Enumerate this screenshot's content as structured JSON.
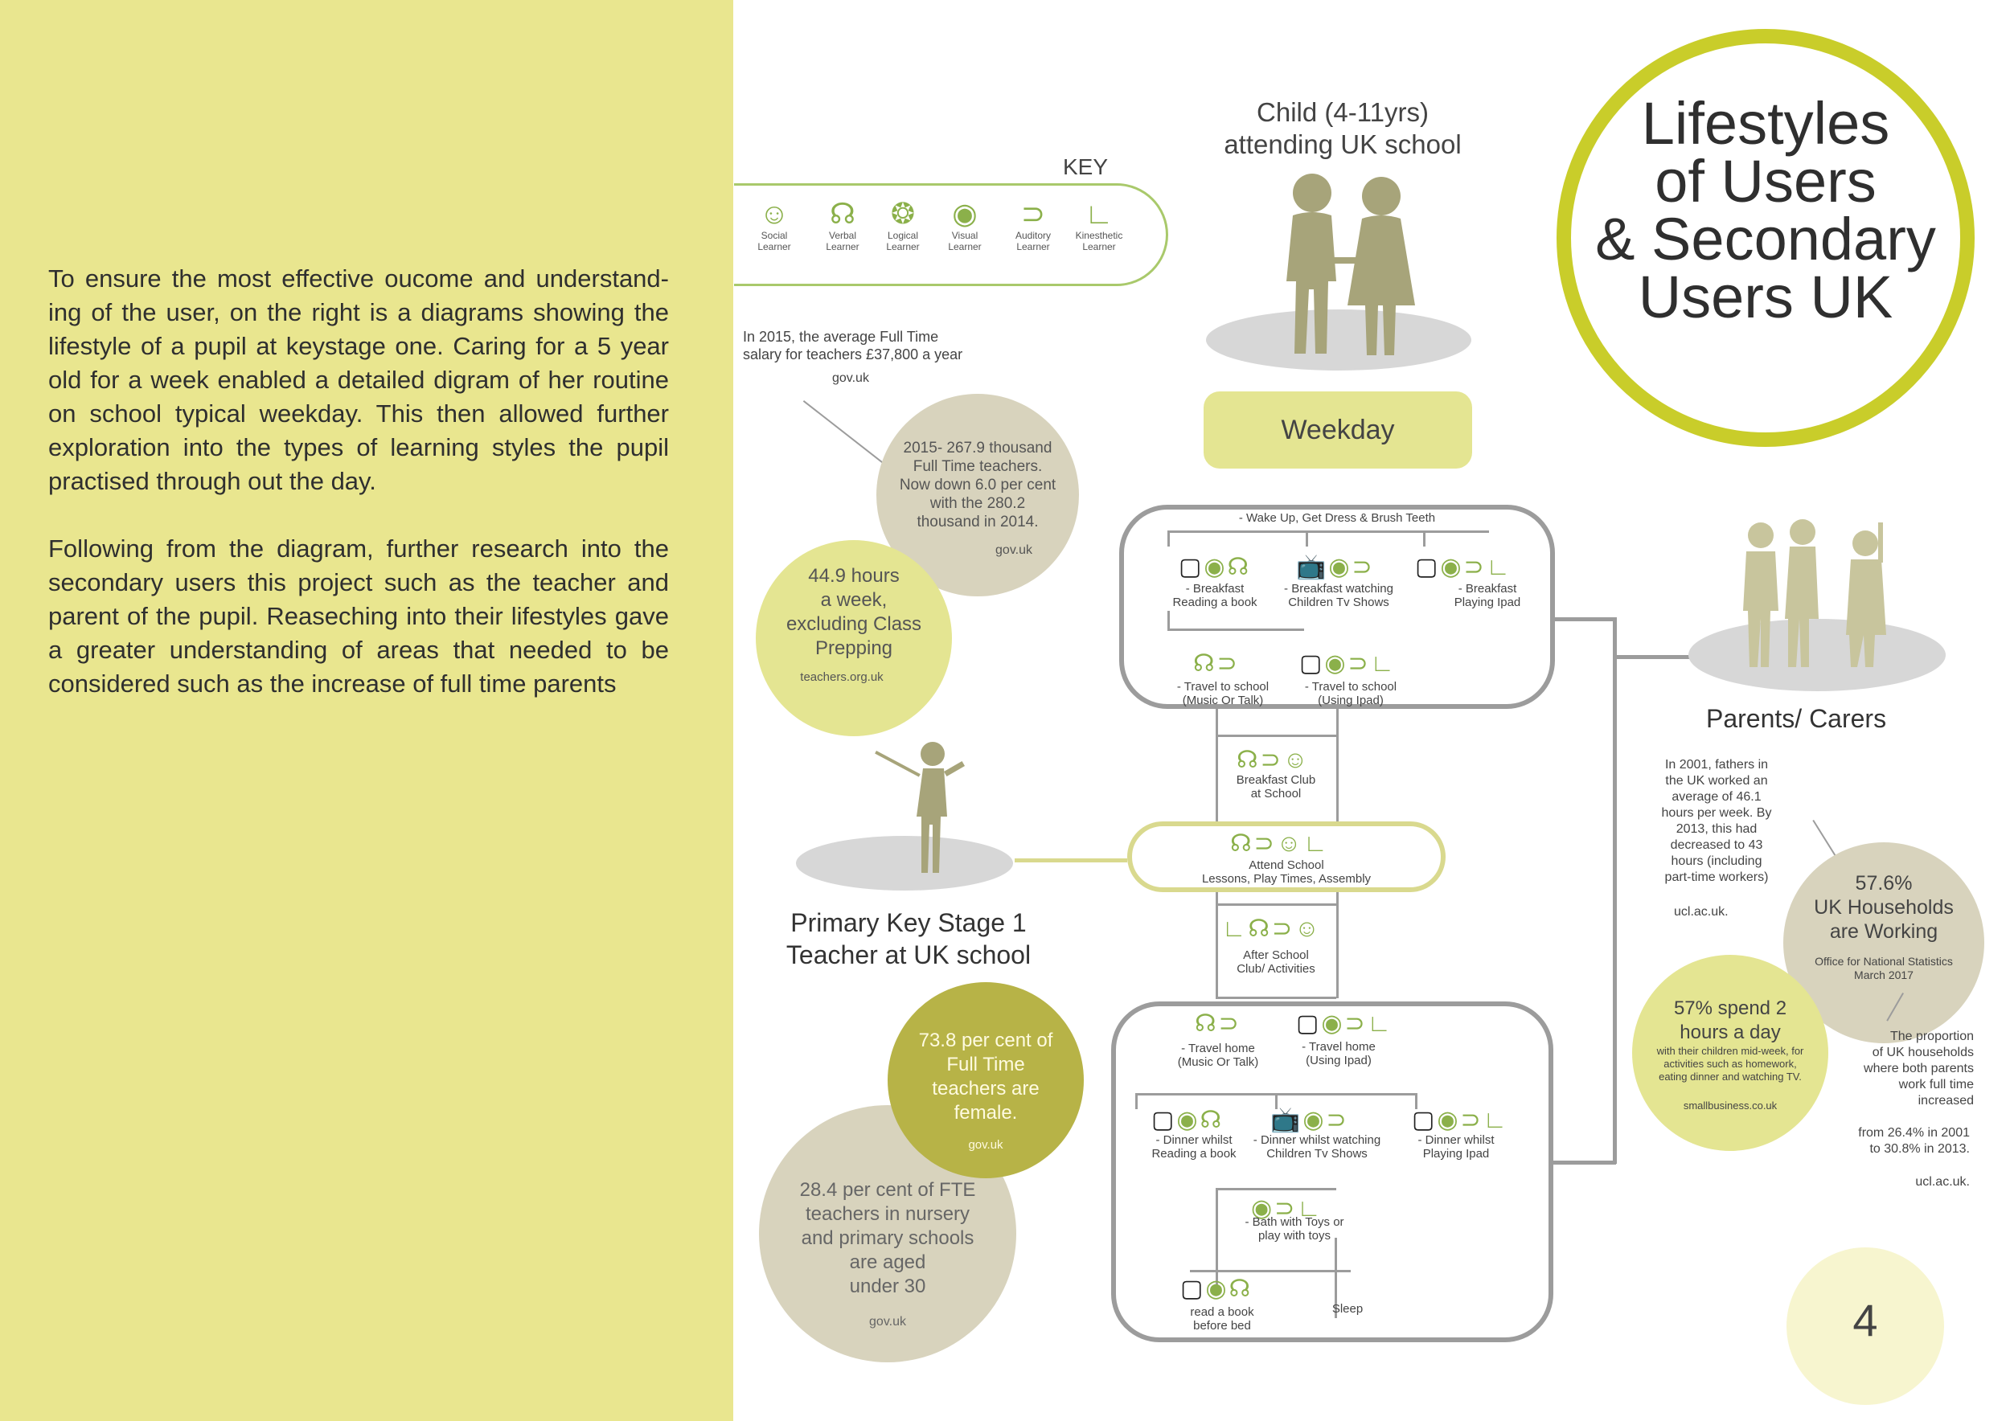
{
  "intro": {
    "paragraph1": "To ensure the most effective oucome and understand-ing of the user, on the right is a diagrams showing the lifestyle of a pupil at keystage one. Caring for a 5 year old for a week enabled a detailed digram of her routine on school typical weekday. This then allowed further exploration into the types of learning styles the pupil practised through out the day.",
    "paragraph2": "Following from the diagram, further research into the secondary users this project  such as the teacher and parent of the pupil. Reaseching into their lifestyles gave a greater understanding of areas that needed to be considered such as the increase of full time parents"
  },
  "title": {
    "line1": "Lifestyles",
    "line2": "of Users",
    "line3": "& Secondary",
    "line4": "Users UK"
  },
  "key": {
    "heading": "KEY",
    "items": [
      {
        "label1": "Social",
        "label2": "Learner",
        "icon": "group-icon",
        "glyph": "☺"
      },
      {
        "label1": "Verbal",
        "label2": "Learner",
        "icon": "speaking-head-icon",
        "glyph": "☊"
      },
      {
        "label1": "Logical",
        "label2": "Learner",
        "icon": "brain-icon",
        "glyph": "❂"
      },
      {
        "label1": "Visual",
        "label2": "Learner",
        "icon": "eye-icon",
        "glyph": "◉"
      },
      {
        "label1": "Auditory",
        "label2": "Learner",
        "icon": "ear-icon",
        "glyph": "⊃"
      },
      {
        "label1": "Kinesthetic",
        "label2": "Learner",
        "icon": "foot-icon",
        "glyph": "∟"
      }
    ]
  },
  "child": {
    "line1": "Child (4-11yrs)",
    "line2": "attending UK school"
  },
  "weekday": "Weekday",
  "teacher": {
    "salary_note1": "In 2015, the average Full Time",
    "salary_note2": "salary for teachers £37,800 a year",
    "salary_source": "gov.uk",
    "count_line1": "2015-   267.9 thousand",
    "count_line2": "Full Time teachers.",
    "count_line3": "Now down 6.0 per cent",
    "count_line4": "with the 280.2",
    "count_line5": "thousand in 2014.",
    "count_source": "gov.uk",
    "hours_line1": "44.9 hours",
    "hours_line2": "a week,",
    "hours_line3": "excluding Class",
    "hours_line4": "Prepping",
    "hours_source": "teachers.org.uk",
    "label1": "Primary Key Stage 1",
    "label2": "Teacher at UK school",
    "female_line1": "73.8 per cent of",
    "female_line2": "Full Time",
    "female_line3": "teachers are",
    "female_line4": "female.",
    "female_source": "gov.uk",
    "age_line1": "28.4 per cent of FTE",
    "age_line2": "teachers in nursery",
    "age_line3": "and primary schools",
    "age_line4": "are aged",
    "age_line5": "under 30",
    "age_source": "gov.uk"
  },
  "parents": {
    "label": "Parents/ Carers",
    "fathers1": "In 2001, fathers in",
    "fathers2": "the UK worked an",
    "fathers3": "average of 46.1",
    "fathers4": "hours per week. By",
    "fathers5": "2013, this had",
    "fathers6": "decreased to 43",
    "fathers7": "hours (including",
    "fathers8": "part-time workers)",
    "fathers_source": "ucl.ac.uk.",
    "working1": "57.6%",
    "working2": "UK Households",
    "working3": "are Working",
    "working_source1": "Office for National Statistics",
    "working_source2": "March 2017",
    "spend1": "57% spend 2",
    "spend2": "hours a day",
    "spend3": "with their children mid-week, for",
    "spend4": "activities such as homework,",
    "spend5": "eating dinner and watching TV.",
    "spend_source": "smallbusiness.co.uk",
    "prop1": "The proportion",
    "prop2": "of UK households",
    "prop3": "where both parents",
    "prop4": "work full time",
    "prop5": "increased",
    "from1": "from 26.4% in 2001",
    "from2": "to 30.8% in 2013.",
    "from_source": "ucl.ac.uk."
  },
  "routine": {
    "wake": "- Wake Up, Get Dress & Brush Teeth",
    "b1a": "- Breakfast",
    "b1b": "Reading a book",
    "b2a": "- Breakfast watching",
    "b2b": "Children Tv Shows",
    "b3a": "- Breakfast",
    "b3b": "Playing Ipad",
    "t1a": "- Travel to school",
    "t1b": "(Music Or Talk)",
    "t2a": "- Travel to school",
    "t2b": "(Using Ipad)",
    "club1": "Breakfast Club",
    "club2": "at School",
    "attend1": "Attend School",
    "attend2": "Lessons, Play Times, Assembly",
    "after1": "After School",
    "after2": "Club/ Activities",
    "h1a": "- Travel home",
    "h1b": "(Music Or Talk)",
    "h2a": "- Travel home",
    "h2b": "(Using Ipad)",
    "d1a": "- Dinner whilst",
    "d1b": "Reading a book",
    "d2a": "- Dinner whilst watching",
    "d2b": "Children Tv Shows",
    "d3a": "- Dinner whilst",
    "d3b": "Playing Ipad",
    "bath1": "- Bath with Toys or",
    "bath2": "play with toys",
    "read1": "read a book",
    "read2": "before bed",
    "sleep": "Sleep"
  },
  "page_number": "4",
  "colors": {
    "panel": "#e9e68f",
    "accent": "#c9cd2a",
    "icon": "#8bb04a",
    "figure": "#a7a47a"
  }
}
